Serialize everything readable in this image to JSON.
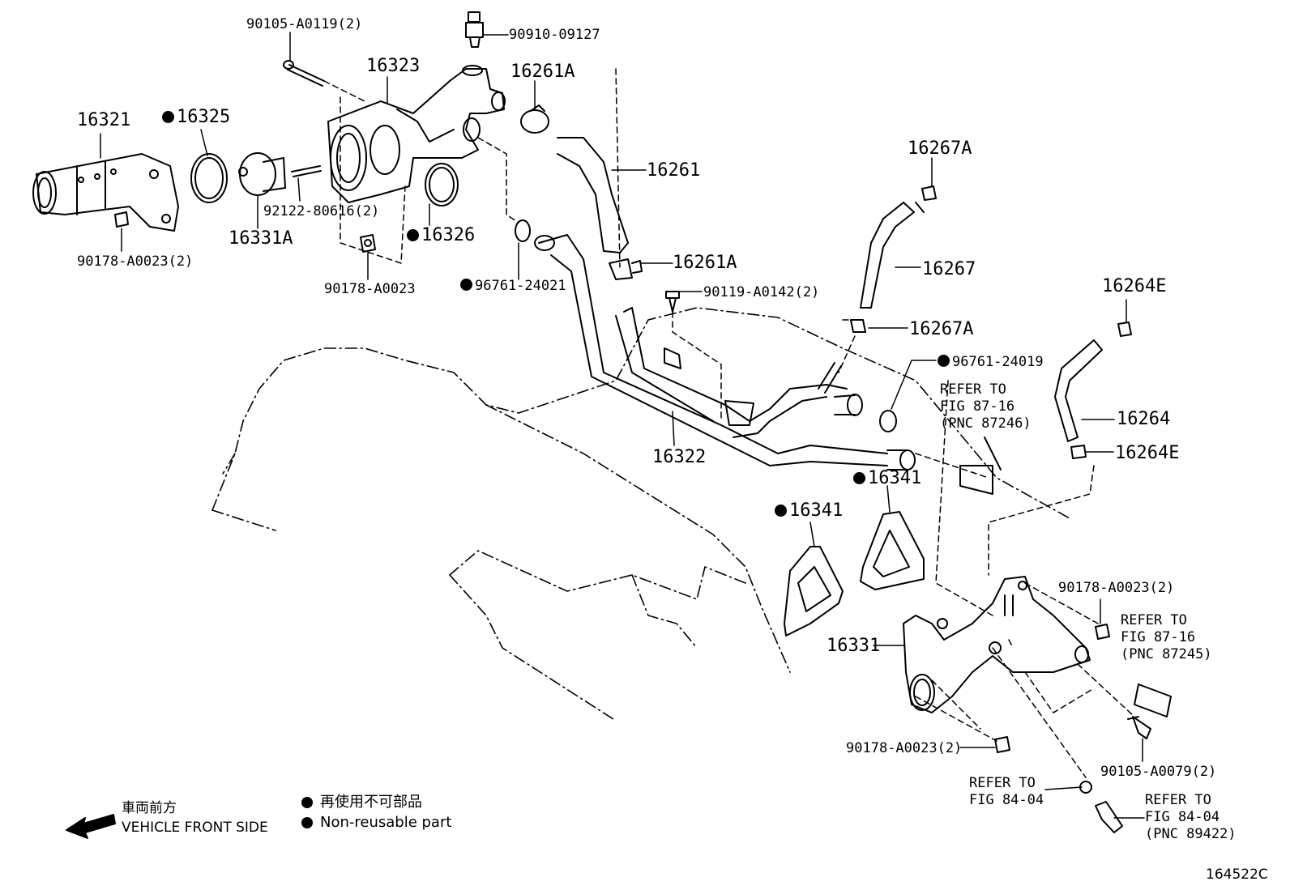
{
  "labels": {
    "p90105_a0119": "90105-A0119(2)",
    "p90910_09127": "90910-09127",
    "p16323": "16323",
    "p16261a_top": "16261A",
    "p16321": "16321",
    "p16325": "16325",
    "p16261": "16261",
    "p92122": "92122-80616(2)",
    "p16331a": "16331A",
    "p16326": "16326",
    "p90178_a0023_2_left": "90178-A0023(2)",
    "p90178_a0023": "90178-A0023",
    "p96761_24021": "96761-24021",
    "p16261a_mid": "16261A",
    "p90119": "90119-A0142(2)",
    "p16267a_top": "16267A",
    "p16267": "16267",
    "p16267a_mid": "16267A",
    "p16264e_top": "16264E",
    "p96761_24019": "96761-24019",
    "refer1_l1": "REFER TO",
    "refer1_l2": "FIG 87-16",
    "refer1_l3": "(PNC 87246)",
    "p16264": "16264",
    "p16264e_mid": "16264E",
    "p16322": "16322",
    "p16341_right": "16341",
    "p16341_left": "16341",
    "p90178_a0023_2_right": "90178-A0023(2)",
    "refer2_l1": "REFER TO",
    "refer2_l2": "FIG 87-16",
    "refer2_l3": "(PNC 87245)",
    "p16331": "16331",
    "p90178_a0023_2_bottom": "90178-A0023(2)",
    "p90105_a0079": "90105-A0079(2)",
    "refer3_l1": "REFER TO",
    "refer3_l2": "FIG 84-04",
    "refer4_l1": "REFER TO",
    "refer4_l2": "FIG 84-04",
    "refer4_l3": "(PNC 89422)"
  },
  "legend": {
    "front_jp": "車両前方",
    "front_en": "VEHICLE FRONT SIDE",
    "nonreuse_jp": "再使用不可部品",
    "nonreuse_en": "Non-reusable part"
  },
  "figure_id": "164522C"
}
